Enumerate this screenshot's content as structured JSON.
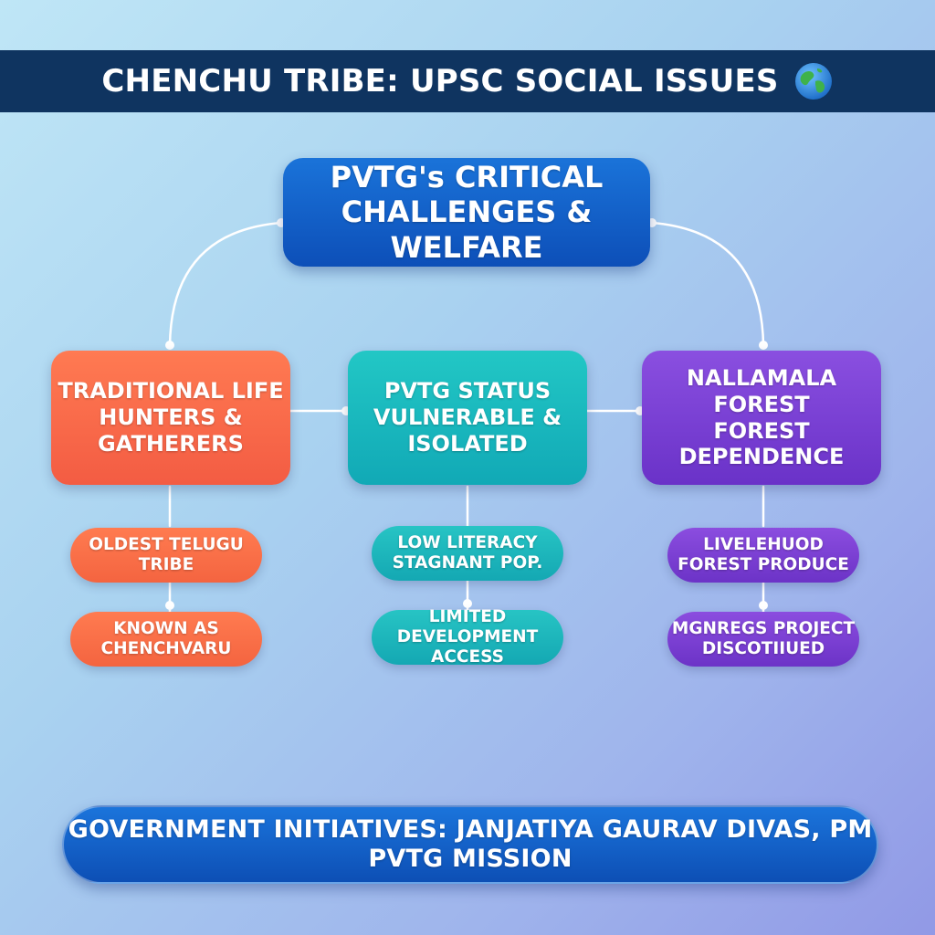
{
  "header": {
    "title": "CHENCHU TRIBE: UPSC SOCIAL ISSUES"
  },
  "root": {
    "label": "PVTG's CRITICAL\nCHALLENGES & WELFARE"
  },
  "categories": [
    {
      "label": "TRADITIONAL LIFE\nHUNTERS &\nGATHERERS",
      "items": [
        "OLDEST TELUGU\nTRIBE",
        "KNOWN AS\nCHENCHVARU"
      ]
    },
    {
      "label": "PVTG STATUS\nVULNERABLE &\nISOLATED",
      "items": [
        "LOW LITERACY\nSTAGNANT POP.",
        "LIMITED\nDEVELOPMENT ACCESS"
      ]
    },
    {
      "label": "NALLAMALA FOREST\nFOREST\nDEPENDENCE",
      "items": [
        "LIVELEHUOD\nFOREST PRODUCE",
        "MGNREGS PROJECT\nDISCOTIIUED"
      ]
    }
  ],
  "footer": {
    "label": "GOVERNMENT INITIATIVES: JANJATIYA GAURAV DIVAS, PM PVTG MISSION"
  },
  "colors": {
    "banner": "#0f3460",
    "root": "#1565d0",
    "orange": "#f56a48",
    "teal": "#17b3bb",
    "purple": "#7a3fd6",
    "connector": "#ffffff"
  },
  "icons": {
    "title_icon": "globe-icon"
  }
}
